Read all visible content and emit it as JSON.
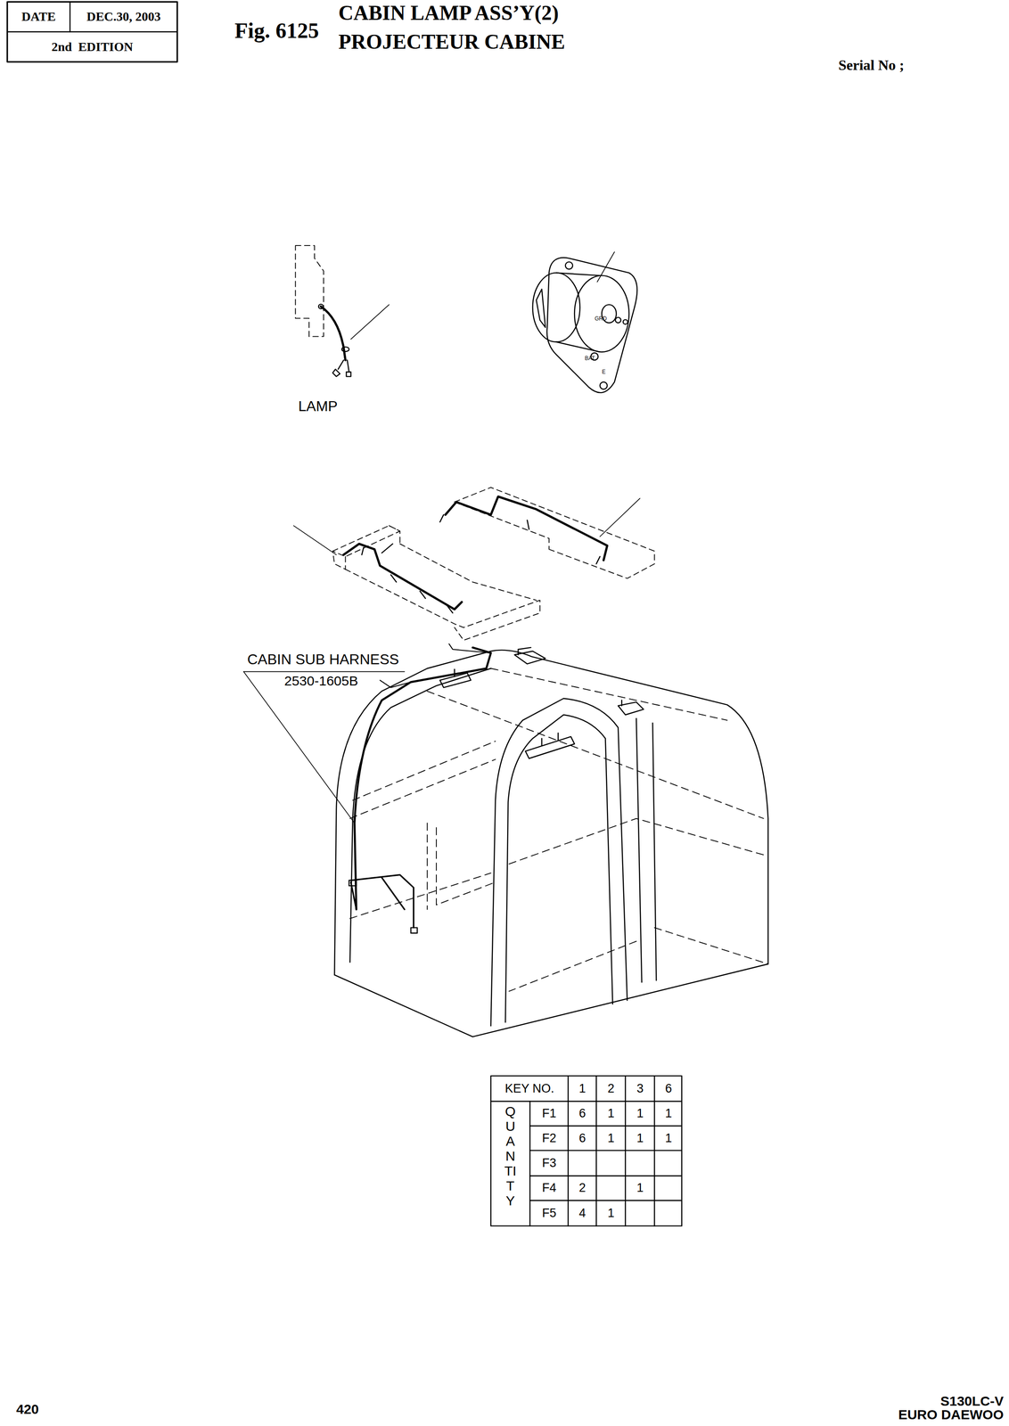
{
  "diagram": {
    "title": "CABIN LAMP ASS’Y(2)",
    "labels": [
      "DATE",
      "DEC.30, 2003",
      "2nd  EDITION",
      "Fig. 6125",
      "PROJECTEUR CABINE",
      "Serial No ;",
      "GRD",
      "BAT",
      "E",
      "LAMP",
      "CABIN SUB HARNESS",
      "2530-1605B",
      "KEY NO.",
      "1",
      "2",
      "3",
      "6",
      "QUANTITY",
      "F1",
      "6",
      "1",
      "1",
      "1",
      "F2",
      "6",
      "1",
      "1",
      "1",
      "F3",
      "F4",
      "2",
      "1",
      "F5",
      "4",
      "1",
      "420",
      "S130LC-V",
      "EURO DAEWOO"
    ]
  }
}
